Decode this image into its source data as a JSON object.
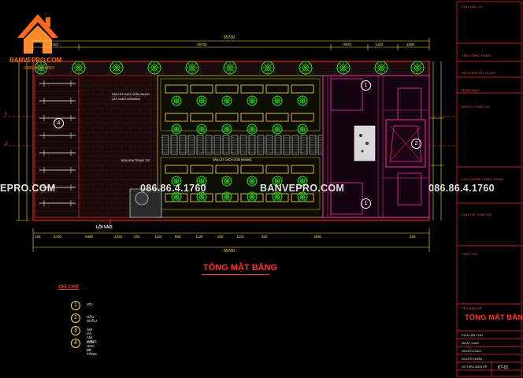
{
  "logo": {
    "brand": "BANVEPRO.COM",
    "phone": "0986.86.4.1760"
  },
  "watermarks": {
    "site_left": "EPRO.COM",
    "site_center": "BANVEPRO.COM",
    "phone": "086.86.4.1760"
  },
  "plan": {
    "overall_dim_top": "55700",
    "overall_dim_bottom": "55700",
    "top_dims": [
      "4450",
      "35700",
      "9870",
      "1440",
      "1890"
    ],
    "bottom_dims": [
      "225",
      "5740",
      "5490",
      "1225",
      "225",
      "1125",
      "500",
      "1125",
      "500",
      "1125",
      "600",
      "1500",
      "225"
    ],
    "gate_label": "LỐI VÀO",
    "notes": [
      "SÂN LÁT GẠCH GỐM 30x300",
      "CÂY XANH 4000x5000",
      "SÂN LÁT GẠCH GỐM 500x500",
      "BỒN HOA TRANG TRÍ"
    ],
    "zone_markers": [
      "1",
      "1",
      "2",
      "4"
    ],
    "grid_marks": [
      "1",
      "2"
    ]
  },
  "drawing_title": "TỔNG MẶT BẰNG",
  "legend": {
    "heading": "GHI CHÚ",
    "items": [
      {
        "num": "1",
        "label": "VỎ"
      },
      {
        "num": "2",
        "label": "HẦU CHẦU"
      },
      {
        "num": "3",
        "label": "AM VÀ AM VÀNG"
      },
      {
        "num": "4",
        "label": "SÂN HOA BÊ TÔNG"
      }
    ]
  },
  "title_block": {
    "owner_label": "CHỦ ĐẦU TƯ",
    "project_label": "TÊN CÔNG TRÌNH",
    "location_label": "ĐỊA ĐIỂM XÂY DỰNG",
    "category_label": "HẠNG MỤC",
    "consultant_label": "ĐƠN VỊ THIẾT KẾ",
    "director_label": "CHỦ NHIỆM CÔNG TRÌNH",
    "chief_label": "CHỦ TRÌ THIẾT KẾ",
    "design_label": "THIẾT KẾ",
    "sheet_title_label": "TÊN BẢN VẼ",
    "sheet_title": "TỔNG MẶT BẰNG",
    "row_revision": "SỬA LẦN THỨ",
    "row_date": "NGÀY GIAO",
    "row_drawn": "NGƯỜI GIAO",
    "row_checked": "NGƯỜI NHẬN",
    "row_sheet": "SỐ HIỆU BẢN VẼ",
    "sheet_code": "KT-01"
  },
  "colors": {
    "accent_red": "#ff3030",
    "magenta": "#ff2aa8",
    "yellow": "#ffe24a",
    "green": "#22d622",
    "white": "#ffffff"
  }
}
